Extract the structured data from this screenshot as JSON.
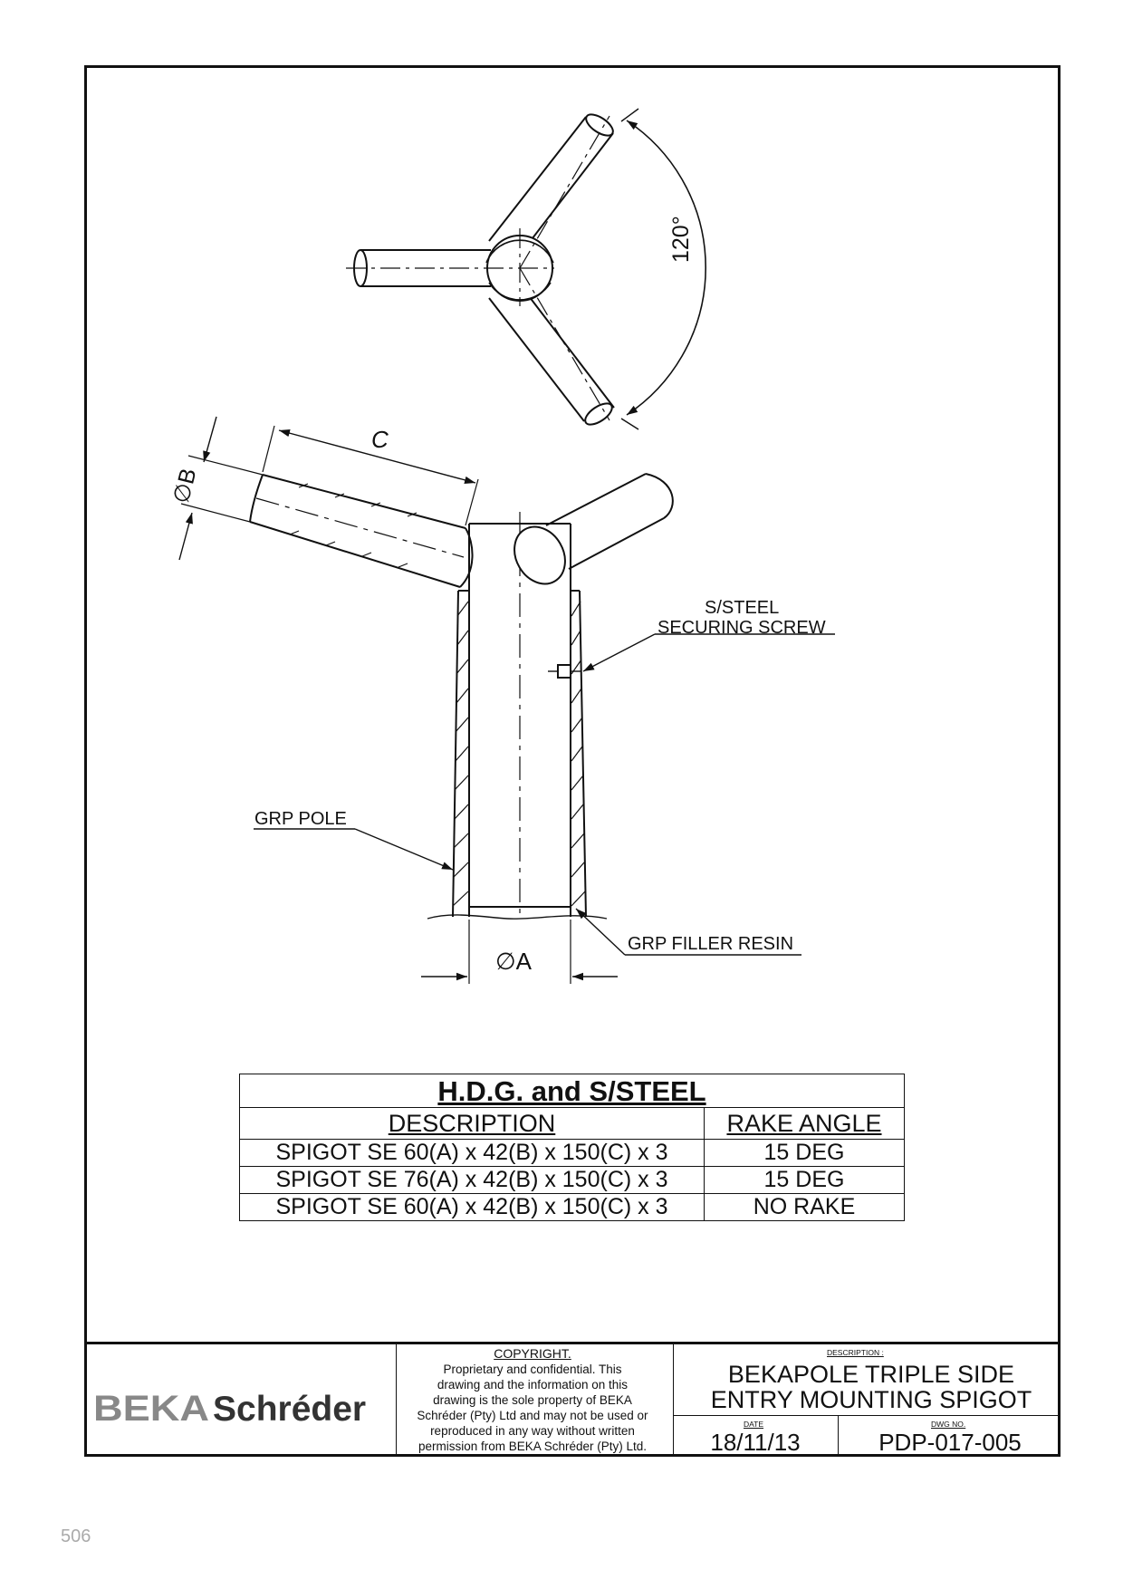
{
  "drawing": {
    "angle_label": "120°",
    "dim_c": "C",
    "dim_b": "∅B",
    "dim_a": "∅A",
    "callouts": {
      "screw_line1": "S/STEEL",
      "screw_line2": "SECURING SCREW",
      "pole": "GRP POLE",
      "resin": "GRP FILLER RESIN"
    }
  },
  "table": {
    "title": "H.D.G. and S/STEEL",
    "headers": [
      "DESCRIPTION",
      "RAKE ANGLE"
    ],
    "rows": [
      [
        "SPIGOT SE 60(A) x 42(B) x 150(C) x 3",
        "15 DEG"
      ],
      [
        "SPIGOT SE 76(A) x 42(B) x 150(C) x 3",
        "15 DEG"
      ],
      [
        "SPIGOT SE 60(A) x 42(B) x 150(C) x 3",
        "NO RAKE"
      ]
    ]
  },
  "title_block": {
    "logo_beka": "BEKA",
    "logo_schreder": "Schréder",
    "copyright_heading": "COPYRIGHT.",
    "copyright_lines": [
      "Proprietary and confidential. This",
      "drawing and the information on this",
      "drawing is the sole property of BEKA",
      "Schréder (Pty) Ltd and may not be used or",
      "reproduced in any way without written",
      "permission from BEKA Schréder (Pty) Ltd."
    ],
    "description_label": "DESCRIPTION :",
    "description_line1": "BEKAPOLE TRIPLE SIDE",
    "description_line2": "ENTRY MOUNTING SPIGOT",
    "date_label": "DATE",
    "date": "18/11/13",
    "dwg_label": "DWG NO.",
    "dwg_no": "PDP-017-005"
  },
  "page_number": "506",
  "colors": {
    "line": "#111111",
    "page_number": "#aaaaaa"
  }
}
